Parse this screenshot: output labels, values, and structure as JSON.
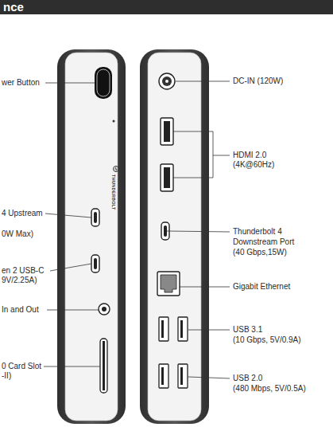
{
  "diagram": {
    "title": "nce",
    "labels": [
      "wer Button",
      "4 Upstream",
      "0W Max)",
      "en 2 USB-C",
      "9V/2.25A)",
      "In and Out",
      "0 Card Slot",
      "-II)",
      "THUNDERBOLT",
      "DC-IN (120W)",
      "HDMI 2.0",
      "(4K@60Hz)",
      "Thunderbolt 4",
      "Downstream Port",
      "(40 Gbps,15W)",
      "Gigabit Ethernet",
      "USB 3.1",
      "(10 Gbps, 5V/0.9A)",
      "USB 2.0",
      "(480 Mbps, 5V/0.5A)"
    ]
  }
}
